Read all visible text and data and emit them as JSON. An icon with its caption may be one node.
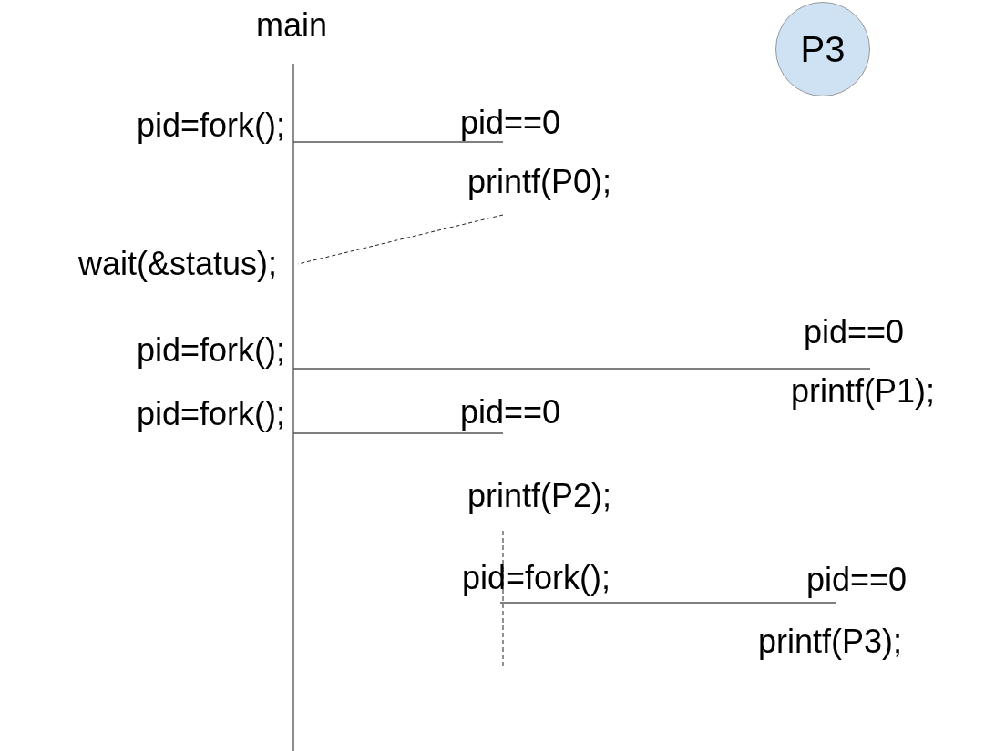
{
  "diagram": {
    "nodes": [
      {
        "text": [
          "P3"
        ]
      }
    ],
    "edges": [],
    "labels": [
      "main",
      "pid=fork();",
      "pid==0",
      "printf(P0);",
      "wait(&status);",
      "pid=fork();",
      "pid==0",
      "printf(P1);",
      "pid=fork();",
      "pid==0",
      "printf(P2);",
      "pid=fork();",
      "pid==0",
      "printf(P3);"
    ]
  }
}
